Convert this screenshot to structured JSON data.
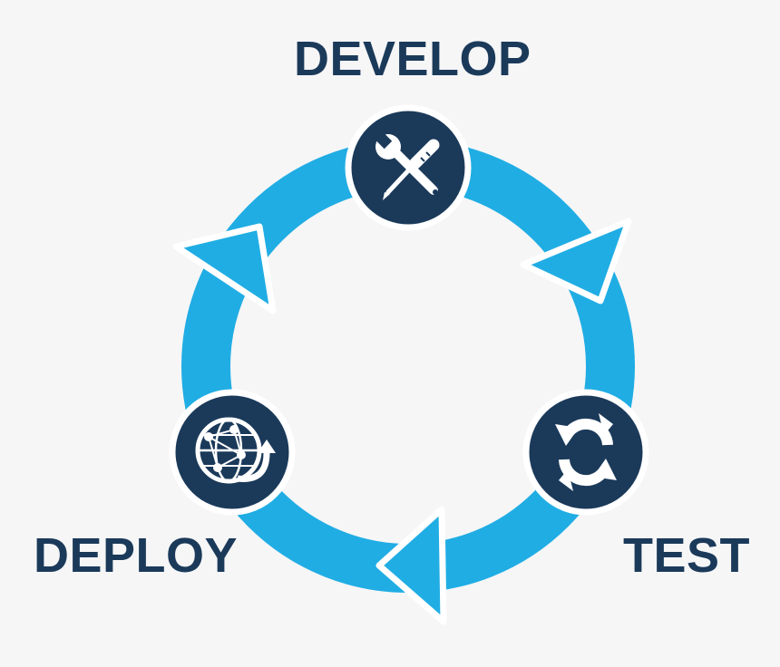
{
  "diagram": {
    "stages": [
      {
        "id": "develop",
        "label": "DEVELOP",
        "icon": "wrench-screwdriver-icon"
      },
      {
        "id": "test",
        "label": "TEST",
        "icon": "refresh-arrows-icon"
      },
      {
        "id": "deploy",
        "label": "DEPLOY",
        "icon": "globe-arrow-icon"
      }
    ],
    "colors": {
      "background": "#f6f6f7",
      "ring": "#20ade4",
      "node_fill": "#1b3a5a",
      "node_border": "#ffffff",
      "label_text": "#1b3a5a"
    }
  }
}
